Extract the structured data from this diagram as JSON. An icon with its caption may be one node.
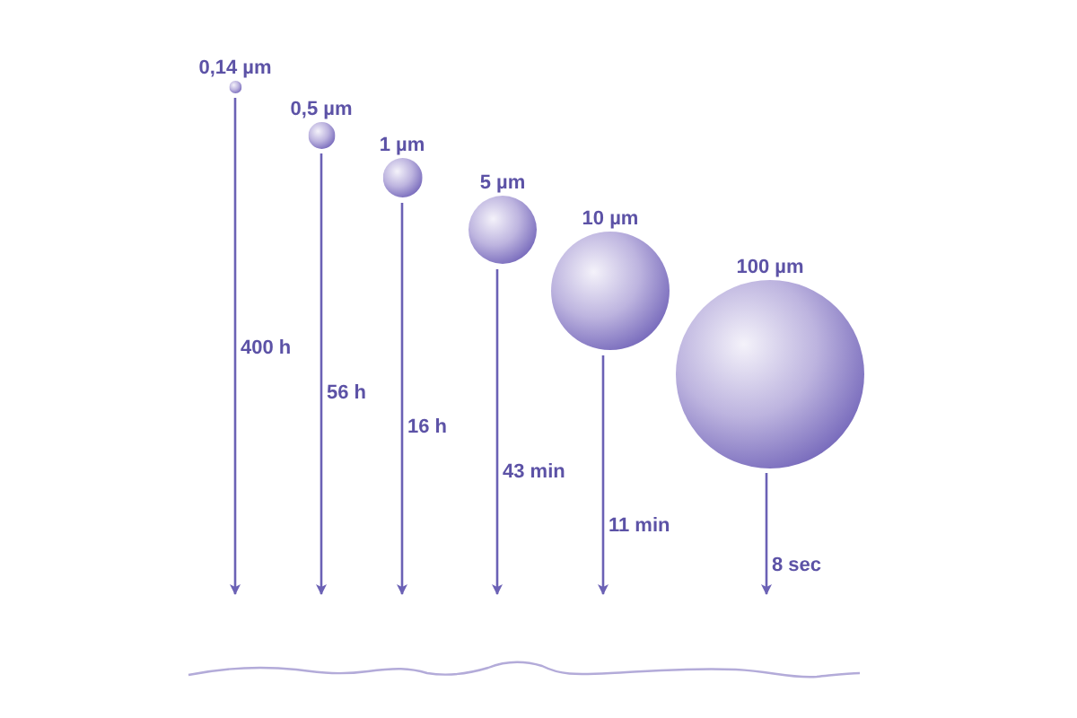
{
  "diagram": {
    "nodes": [
      {
        "text": [
          "0,14 µm"
        ]
      },
      {
        "text": [
          "0,5 µm"
        ]
      },
      {
        "text": [
          "1 µm"
        ]
      },
      {
        "text": [
          "5 µm"
        ]
      },
      {
        "text": [
          "10 µm"
        ]
      },
      {
        "text": [
          "100 µm"
        ]
      }
    ],
    "edges": [
      {
        "from": 0,
        "to": null,
        "arrow": "to",
        "label": "400 h"
      },
      {
        "from": 1,
        "to": null,
        "arrow": "to",
        "label": "56 h"
      },
      {
        "from": 2,
        "to": null,
        "arrow": "to",
        "label": "16 h"
      },
      {
        "from": 3,
        "to": null,
        "arrow": "to",
        "label": "43 min"
      },
      {
        "from": 4,
        "to": null,
        "arrow": "to",
        "label": "11 min"
      },
      {
        "from": 5,
        "to": null,
        "arrow": "to",
        "label": "8 sec"
      }
    ]
  }
}
